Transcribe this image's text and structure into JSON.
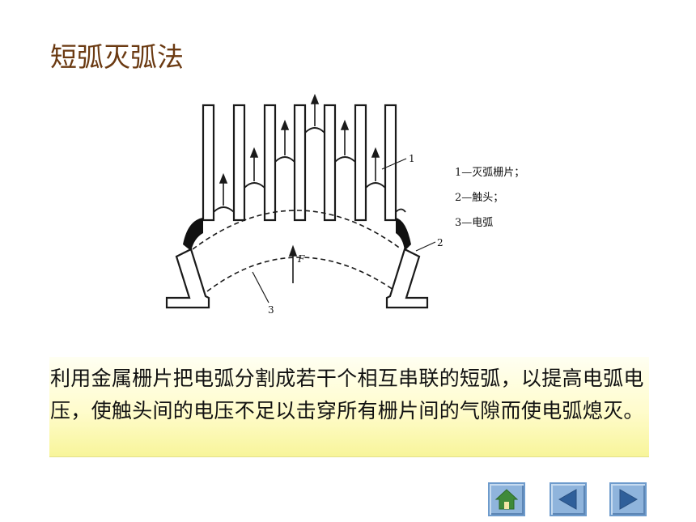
{
  "title": "短弧灭弧法",
  "diagram": {
    "labels": {
      "n1": "1",
      "n2": "2",
      "n3": "3",
      "force": "F"
    },
    "legend": [
      "1—灭弧栅片；",
      "2—触头；",
      "3—电弧"
    ]
  },
  "body_text": "利用金属栅片把电弧分割成若干个相互串联的短弧，以提高电弧电压，使触头间的电压不足以击穿所有栅片间的气隙而使电弧熄灭。",
  "nav": {
    "home": "home-icon",
    "prev": "left-arrow-icon",
    "next": "right-arrow-icon"
  }
}
